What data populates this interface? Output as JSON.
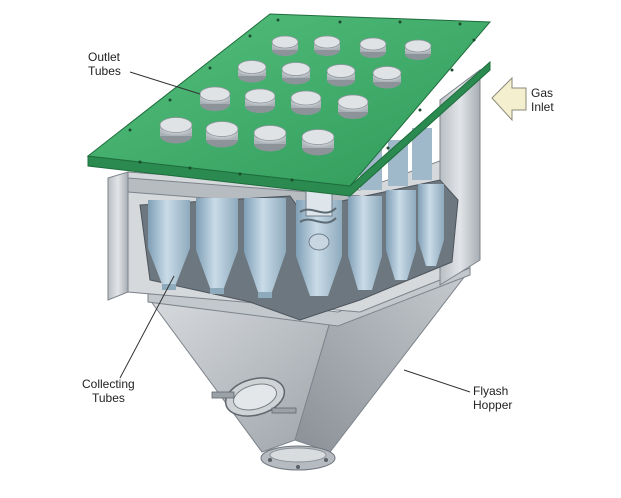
{
  "labels": {
    "outlet_tubes": [
      "Outlet",
      "Tubes"
    ],
    "gas_inlet": [
      "Gas",
      "Inlet"
    ],
    "collecting_tubes": [
      "Collecting",
      "Tubes"
    ],
    "flyash_hopper": [
      "Flyash",
      "Hopper"
    ]
  },
  "colors": {
    "plate_green": "#3fae6a",
    "plate_edge": "#2a8a4f",
    "metal": "#c9ccd0",
    "metal_dark": "#8e959c",
    "tube_blue": "#a9c3d6",
    "arrow_fill": "#f4efcf"
  }
}
